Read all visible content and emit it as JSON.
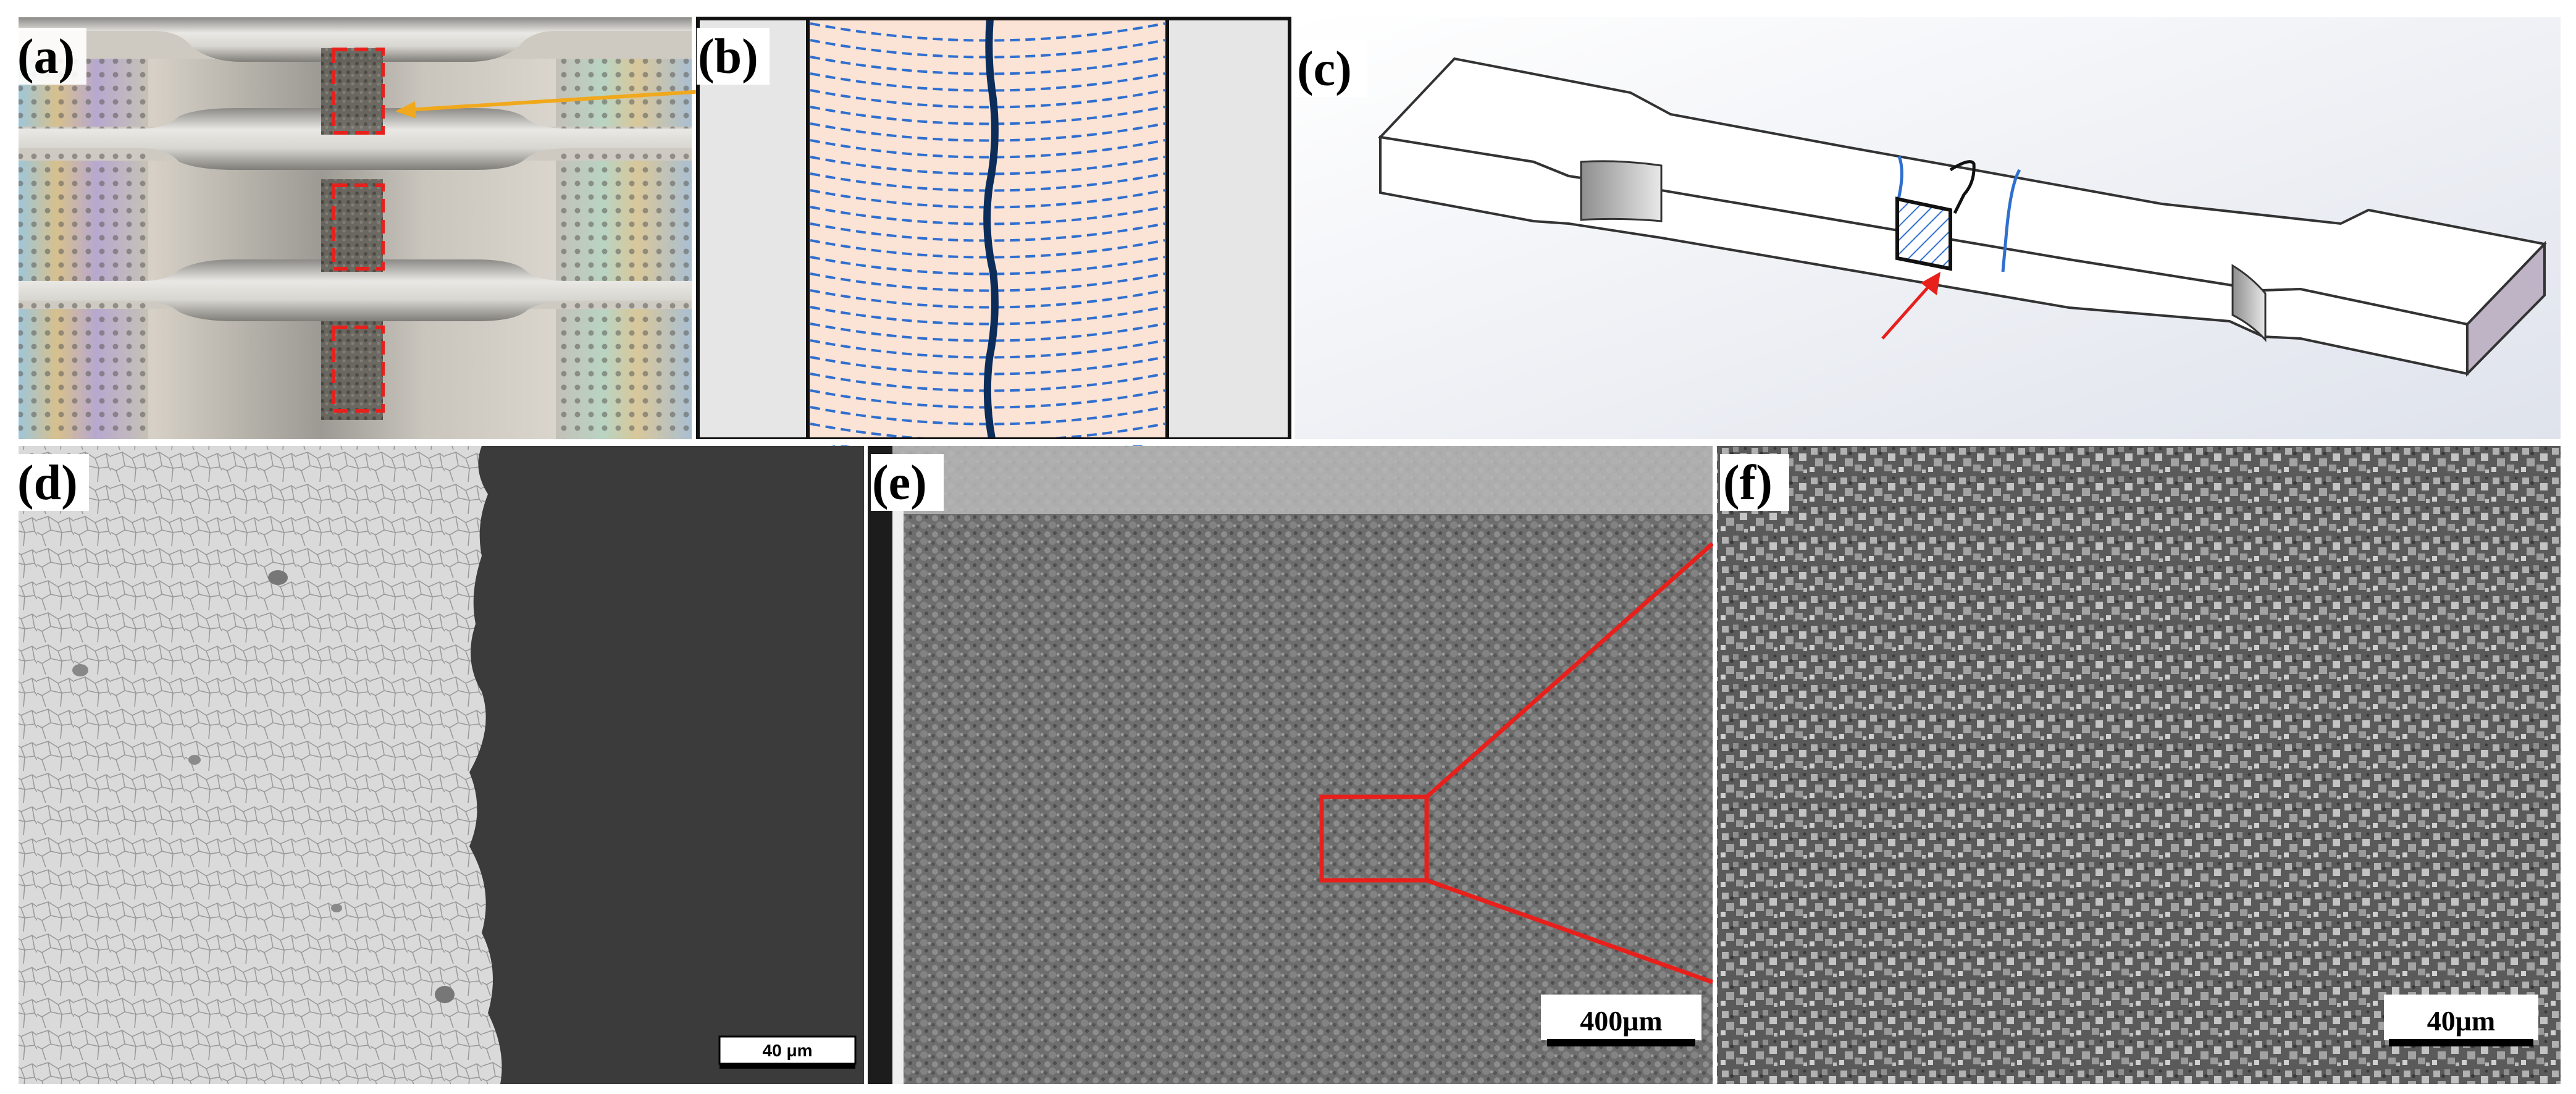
{
  "figure": {
    "panels": [
      {
        "id": "a",
        "label": "(a)",
        "type": "photo"
      },
      {
        "id": "b",
        "label": "(b)",
        "type": "schematic"
      },
      {
        "id": "c",
        "label": "(c)",
        "type": "3d-schematic"
      },
      {
        "id": "d",
        "label": "(d)",
        "type": "optical-micrograph",
        "scale_bar": "40 μm"
      },
      {
        "id": "e",
        "label": "(e)",
        "type": "sem-fractograph",
        "scale_bar": "400μm"
      },
      {
        "id": "f",
        "label": "(f)",
        "type": "sem-fractograph",
        "scale_bar": "40μm"
      }
    ],
    "colors": {
      "highlight_box": "#e8201c",
      "pointer_arrow_a": "#f0a81c",
      "dashed_lines_b": "#2f6fcf",
      "weld_line_b": "#0c2d5a",
      "fill_b": "#fbe3d6",
      "zoom_lines_ef": "#e8201c",
      "hatch_c": "#2f6fcf",
      "arrow_c": "#e8201c"
    }
  }
}
